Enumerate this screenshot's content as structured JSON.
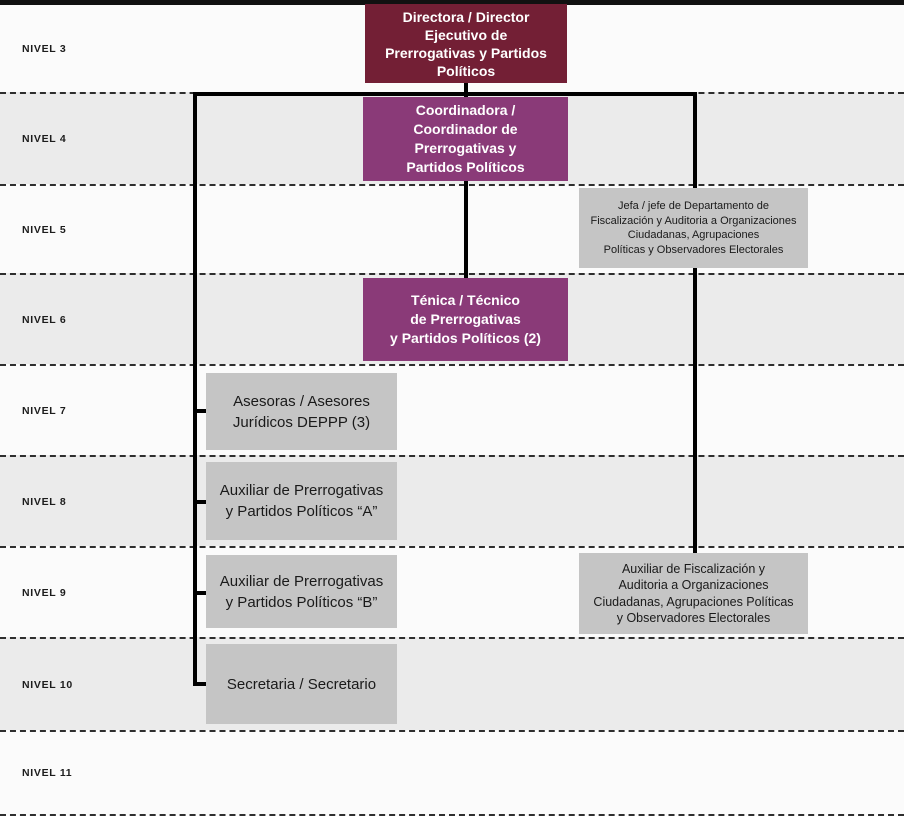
{
  "palette": {
    "maroon": "#731f35",
    "purple": "#8a3a78",
    "node_gray": "#c5c5c5",
    "row_gray": "#ebebeb",
    "row_light": "#fbfbfb",
    "connector": "#000000"
  },
  "levels": [
    {
      "label": "NIVEL 3"
    },
    {
      "label": "NIVEL 4"
    },
    {
      "label": "NIVEL 5"
    },
    {
      "label": "NIVEL 6"
    },
    {
      "label": "NIVEL 7"
    },
    {
      "label": "NIVEL 8"
    },
    {
      "label": "NIVEL 9"
    },
    {
      "label": "NIVEL 10"
    },
    {
      "label": "NIVEL 11"
    }
  ],
  "nodes": {
    "director": {
      "level": "NIVEL 3",
      "lines": [
        "Directora / Director",
        "Ejecutivo de",
        "Prerrogativas y Partidos",
        "Políticos"
      ]
    },
    "coordinador": {
      "level": "NIVEL 4",
      "lines": [
        "Coordinadora /",
        "Coordinador de",
        "Prerrogativas y",
        "Partidos Políticos"
      ]
    },
    "jefa_depto": {
      "level": "NIVEL 5",
      "lines": [
        "Jefa / jefe de Departamento de",
        "Fiscalización y Auditoria a Organizaciones",
        "Ciudadanas, Agrupaciones",
        "Políticas y Observadores Electorales"
      ]
    },
    "tecnico": {
      "level": "NIVEL 6",
      "lines": [
        "Ténica / Técnico",
        "de Prerrogativas",
        "y Partidos Políticos (2)"
      ]
    },
    "asesores": {
      "level": "NIVEL 7",
      "lines": [
        "Asesoras / Asesores",
        "Jurídicos DEPPP (3)"
      ]
    },
    "auxiliar_a": {
      "level": "NIVEL 8",
      "lines": [
        "Auxiliar de Prerrogativas",
        "y Partidos Políticos “A”"
      ]
    },
    "auxiliar_b": {
      "level": "NIVEL 9",
      "lines": [
        "Auxiliar de Prerrogativas",
        "y Partidos Políticos “B”"
      ]
    },
    "auxiliar_fiscalizacion": {
      "level": "NIVEL 9",
      "lines": [
        "Auxiliar de Fiscalización y",
        "Auditoria a Organizaciones",
        "Ciudadanas, Agrupaciones Políticas",
        "y Observadores Electorales"
      ]
    },
    "secretaria": {
      "level": "NIVEL 10",
      "lines": [
        "Secretaria / Secretario"
      ]
    }
  }
}
